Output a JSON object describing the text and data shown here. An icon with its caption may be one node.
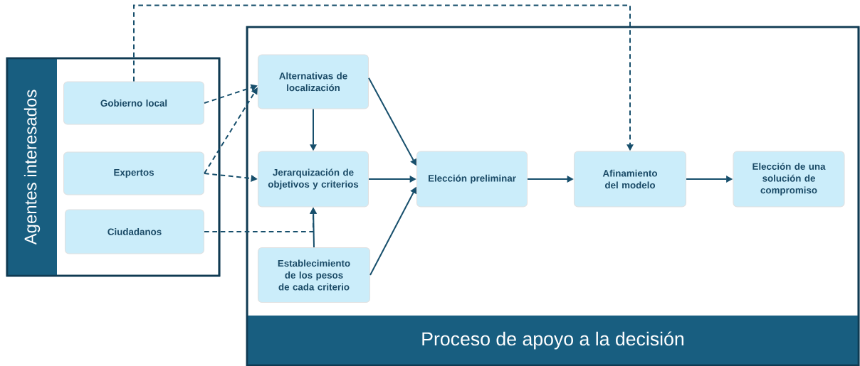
{
  "diagram": {
    "nodes": [
      {
        "text": [
          "Agentes interesados"
        ]
      },
      {
        "text": [
          "Gobierno local"
        ],
        "in": 0
      },
      {
        "text": [
          "Expertos"
        ],
        "in": 0
      },
      {
        "text": [
          "Ciudadanos"
        ],
        "in": 0
      },
      {
        "text": [
          "Proceso de apoyo a la decisión"
        ]
      },
      {
        "text": [
          "Alternativas de localización"
        ],
        "in": 4
      },
      {
        "text": [
          "Jerarquización de objetivos y criterios"
        ],
        "in": 4
      },
      {
        "text": [
          "Establecimiento de los pesos de cada criterio"
        ],
        "in": 4
      },
      {
        "text": [
          "Elección preliminar"
        ],
        "in": 4
      },
      {
        "text": [
          "Afinamiento del modelo"
        ],
        "in": 4
      },
      {
        "text": [
          "Elección de una solución de compromiso"
        ],
        "in": 4
      }
    ],
    "edges": [
      {
        "from": 1,
        "to": 5,
        "arrow": "to",
        "style": "dashed"
      },
      {
        "from": 2,
        "to": 5,
        "arrow": "to",
        "style": "dashed"
      },
      {
        "from": 2,
        "to": 6,
        "arrow": "to",
        "style": "dashed"
      },
      {
        "from": 3,
        "to": 6,
        "arrow": "to",
        "style": "dashed"
      },
      {
        "from": 1,
        "to": 9,
        "arrow": "to",
        "style": "dashed"
      },
      {
        "from": 5,
        "to": 6,
        "arrow": "to"
      },
      {
        "from": 7,
        "to": 6,
        "arrow": "to"
      },
      {
        "from": 5,
        "to": 8,
        "arrow": "to"
      },
      {
        "from": 6,
        "to": 8,
        "arrow": "to"
      },
      {
        "from": 7,
        "to": 8,
        "arrow": "to"
      },
      {
        "from": 8,
        "to": 9,
        "arrow": "to"
      },
      {
        "from": 9,
        "to": 10,
        "arrow": "to"
      }
    ]
  }
}
